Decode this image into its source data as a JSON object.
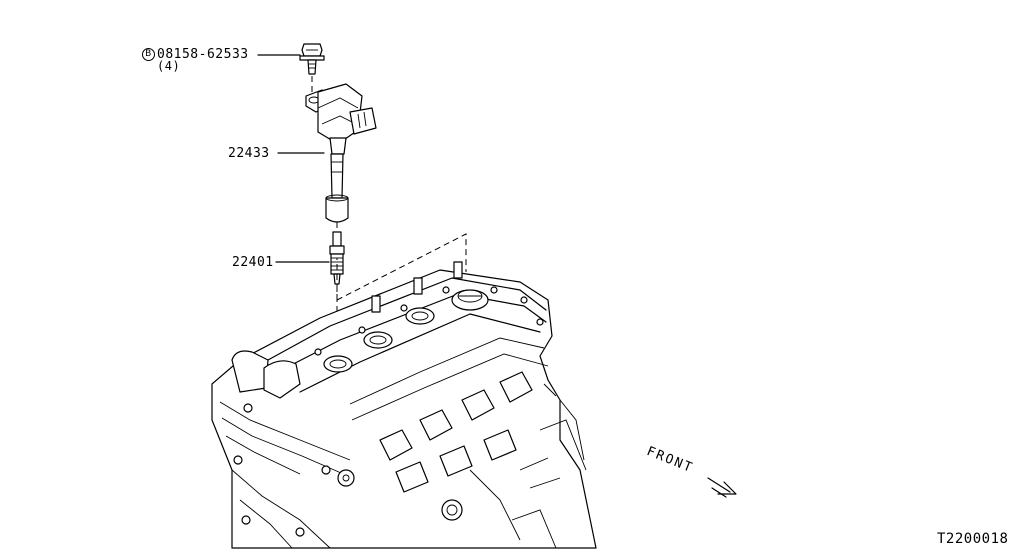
{
  "parts": {
    "bolt": {
      "code": "08158-62533",
      "prefix_symbol": "B",
      "qty": "(4)"
    },
    "ignition_coil": {
      "code": "22433"
    },
    "spark_plug": {
      "code": "22401"
    }
  },
  "front_label": "FRONT",
  "diagram_id": "T2200018",
  "icons": [
    "bolt-icon",
    "ignition-coil-icon",
    "spark-plug-icon",
    "engine-cylinder-head-icon",
    "front-arrow-icon"
  ]
}
